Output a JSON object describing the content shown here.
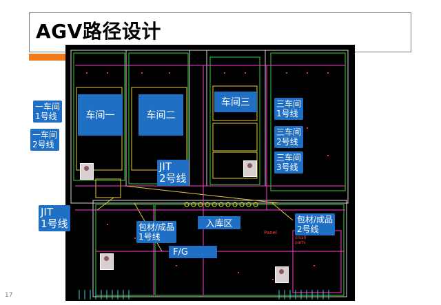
{
  "slide": {
    "title": "AGV路径设计",
    "page_number": "17"
  },
  "colors": {
    "accent": "#f07a1e",
    "label_blue": "#1f6fc4",
    "background_map": "#000000"
  },
  "workshops": {
    "ws1": "车间一",
    "ws2": "车间二",
    "ws3": "车间三",
    "inbound": "入库区",
    "fg": "F/G"
  },
  "route_labels": {
    "ws1_line1": [
      "一车间",
      "1号线"
    ],
    "ws1_line2": [
      "一车间",
      "2号线"
    ],
    "ws3_line1": [
      "三车间",
      "1号线"
    ],
    "ws3_line2": [
      "三车间",
      "2号线"
    ],
    "ws3_line3": [
      "三车间",
      "3号线"
    ],
    "jit_line2": [
      "JIT",
      "2号线"
    ],
    "jit_line1": [
      "JIT",
      "1号线"
    ],
    "pkg_line1": [
      "包材/成品",
      "1号线"
    ],
    "pkg_line2": [
      "包材/成品",
      "2号线"
    ]
  },
  "map_text": {
    "panel": "Panel",
    "fa_small_parts": [
      "FA",
      "small",
      "parts"
    ]
  }
}
